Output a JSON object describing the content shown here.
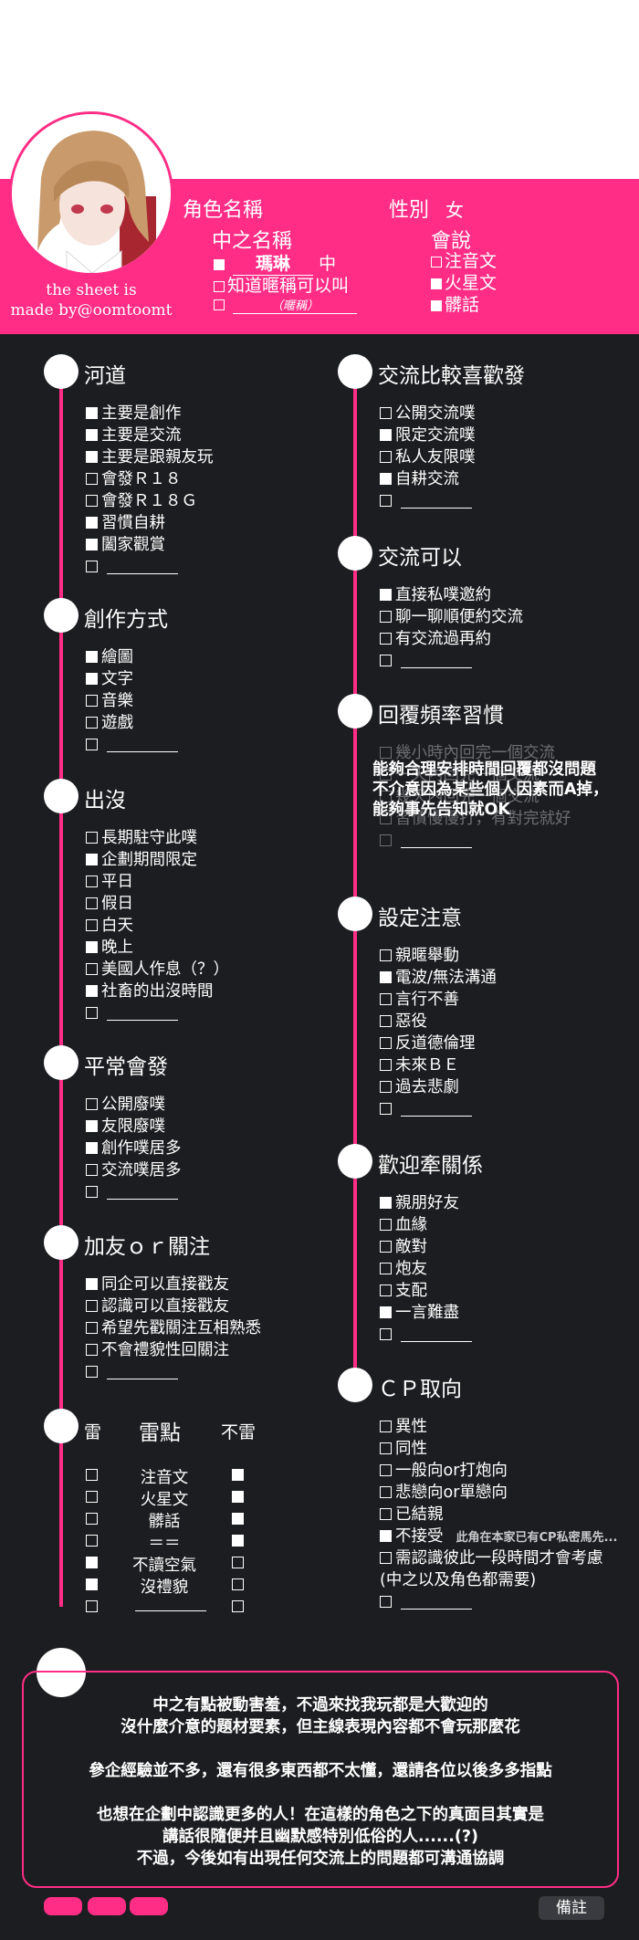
{
  "header": {
    "role_name_label": "角色名稱",
    "gender_label": "性別",
    "gender_value": "女",
    "nickname_label": "中之名稱",
    "nickname_value": "瑪琳",
    "nickname_suffix": "中",
    "nickname_opt2": "知道暱稱可以叫",
    "nickname_blank_hint": "（暱稱）",
    "speak_label": "會說",
    "speak_items": [
      {
        "label": "注音文",
        "checked": false
      },
      {
        "label": "火星文",
        "checked": true
      },
      {
        "label": "髒話",
        "checked": true
      }
    ],
    "credit_line1": "the sheet is",
    "credit_line2": "made by@oomtoomt"
  },
  "left_sections": [
    {
      "title": "河道",
      "items": [
        {
          "label": "主要是創作",
          "checked": true
        },
        {
          "label": "主要是交流",
          "checked": true
        },
        {
          "label": "主要是跟親友玩",
          "checked": true
        },
        {
          "label": "會發Ｒ１８",
          "checked": false
        },
        {
          "label": "會發Ｒ１８Ｇ",
          "checked": false
        },
        {
          "label": "習慣自耕",
          "checked": true
        },
        {
          "label": "闔家觀賞",
          "checked": true
        },
        {
          "label": "",
          "checked": false,
          "blank": true
        }
      ]
    },
    {
      "title": "創作方式",
      "items": [
        {
          "label": "繪圖",
          "checked": true
        },
        {
          "label": "文字",
          "checked": true
        },
        {
          "label": "音樂",
          "checked": false
        },
        {
          "label": "遊戲",
          "checked": false
        },
        {
          "label": "",
          "checked": false,
          "blank": true
        }
      ]
    },
    {
      "title": "出沒",
      "items": [
        {
          "label": "長期駐守此噗",
          "checked": false
        },
        {
          "label": "企劃期間限定",
          "checked": true
        },
        {
          "label": "平日",
          "checked": false
        },
        {
          "label": "假日",
          "checked": false
        },
        {
          "label": "白天",
          "checked": false
        },
        {
          "label": "晚上",
          "checked": true
        },
        {
          "label": "美國人作息（？）",
          "checked": false
        },
        {
          "label": "社畜的出沒時間",
          "checked": true
        },
        {
          "label": "",
          "checked": false,
          "blank": true
        }
      ]
    },
    {
      "title": "平常會發",
      "items": [
        {
          "label": "公開廢噗",
          "checked": false
        },
        {
          "label": "友限廢噗",
          "checked": true
        },
        {
          "label": "創作噗居多",
          "checked": true
        },
        {
          "label": "交流噗居多",
          "checked": false
        },
        {
          "label": "",
          "checked": false,
          "blank": true
        }
      ]
    },
    {
      "title": "加友ｏｒ關注",
      "items": [
        {
          "label": "同企可以直接戳友",
          "checked": true
        },
        {
          "label": "認識可以直接戳友",
          "checked": false
        },
        {
          "label": "希望先戳關注互相熟悉",
          "checked": false
        },
        {
          "label": "不會禮貌性回關注",
          "checked": false
        },
        {
          "label": "",
          "checked": false,
          "blank": true
        }
      ]
    }
  ],
  "thunder": {
    "title": "雷",
    "center_title": "雷點",
    "right_title": "不雷",
    "rows": [
      {
        "label": "注音文",
        "left": false,
        "right": true
      },
      {
        "label": "火星文",
        "left": false,
        "right": true
      },
      {
        "label": "髒話",
        "left": false,
        "right": true
      },
      {
        "label": "＝＝",
        "left": false,
        "right": true
      },
      {
        "label": "不讀空氣",
        "left": true,
        "right": false
      },
      {
        "label": "沒禮貌",
        "left": true,
        "right": false
      },
      {
        "label": "",
        "left": false,
        "right": false,
        "blank": true
      }
    ]
  },
  "right_sections": [
    {
      "title": "交流比較喜歡發",
      "items": [
        {
          "label": "公開交流噗",
          "checked": false
        },
        {
          "label": "限定交流噗",
          "checked": true
        },
        {
          "label": "私人友限噗",
          "checked": false
        },
        {
          "label": "自耕交流",
          "checked": true
        },
        {
          "label": "",
          "checked": false,
          "blank": true
        }
      ]
    },
    {
      "title": "交流可以",
      "items": [
        {
          "label": "直接私噗邀約",
          "checked": true
        },
        {
          "label": "聊一聊順便約交流",
          "checked": false
        },
        {
          "label": "有交流過再約",
          "checked": false
        },
        {
          "label": "",
          "checked": false,
          "blank": true
        }
      ]
    },
    {
      "title": "回覆頻率習慣",
      "items": [
        {
          "label": "幾小時內回完一個交流",
          "checked": false
        },
        {
          "label": "一天內回完一個交流",
          "checked": false
        },
        {
          "label": "幾天內回完一個交流",
          "checked": false
        },
        {
          "label": "習慣慢慢打，有對完就好",
          "checked": false
        },
        {
          "label": "",
          "checked": false,
          "blank": true
        }
      ],
      "overlay": [
        "能夠合理安排時間回覆都沒問題",
        "不介意因為某些個人因素而A掉，",
        "能夠事先告知就OK"
      ]
    },
    {
      "title": "設定注意",
      "items": [
        {
          "label": "親暱舉動",
          "checked": false
        },
        {
          "label": "電波/無法溝通",
          "checked": true
        },
        {
          "label": "言行不善",
          "checked": false
        },
        {
          "label": "惡役",
          "checked": false
        },
        {
          "label": "反道德倫理",
          "checked": false
        },
        {
          "label": "未來ＢＥ",
          "checked": false
        },
        {
          "label": "過去悲劇",
          "checked": false
        },
        {
          "label": "",
          "checked": false,
          "blank": true
        }
      ]
    },
    {
      "title": "歡迎牽關係",
      "items": [
        {
          "label": "親朋好友",
          "checked": true
        },
        {
          "label": "血緣",
          "checked": false
        },
        {
          "label": "敵對",
          "checked": false
        },
        {
          "label": "炮友",
          "checked": false
        },
        {
          "label": "支配",
          "checked": false
        },
        {
          "label": "一言難盡",
          "checked": true
        },
        {
          "label": "",
          "checked": false,
          "blank": true
        }
      ]
    },
    {
      "title": "ＣＰ取向",
      "items": [
        {
          "label": "異性",
          "checked": false
        },
        {
          "label": "同性",
          "checked": false
        },
        {
          "label": "一般向or打炮向",
          "checked": false
        },
        {
          "label": "悲戀向or單戀向",
          "checked": false
        },
        {
          "label": "已結親",
          "checked": false
        },
        {
          "label": "不接受",
          "checked": true,
          "note": "此角在本家已有CP私密馬先..."
        },
        {
          "label": "需認識彼此一段時間才會考慮",
          "checked": false
        },
        {
          "label": "(中之以及角色都需要)",
          "checked": false,
          "nobox": true
        },
        {
          "label": "",
          "checked": false,
          "blank": true
        }
      ]
    }
  ],
  "message": {
    "lines": [
      "中之有點被動害羞，不過來找我玩都是大歡迎的",
      "沒什麼介意的題材要素，但主線表現內容都不會玩那麼花",
      "",
      "參企經驗並不多，還有很多東西都不太懂，還請各位以後多多指點",
      "",
      "也想在企劃中認識更多的人！在這樣的角色之下的真面目其實是",
      "講話很隨便并且幽默感特別低俗的人......(?)",
      "不過，今後如有出現任何交流上的問題都可溝通協調"
    ]
  },
  "footer": {
    "note_label": "備註"
  }
}
